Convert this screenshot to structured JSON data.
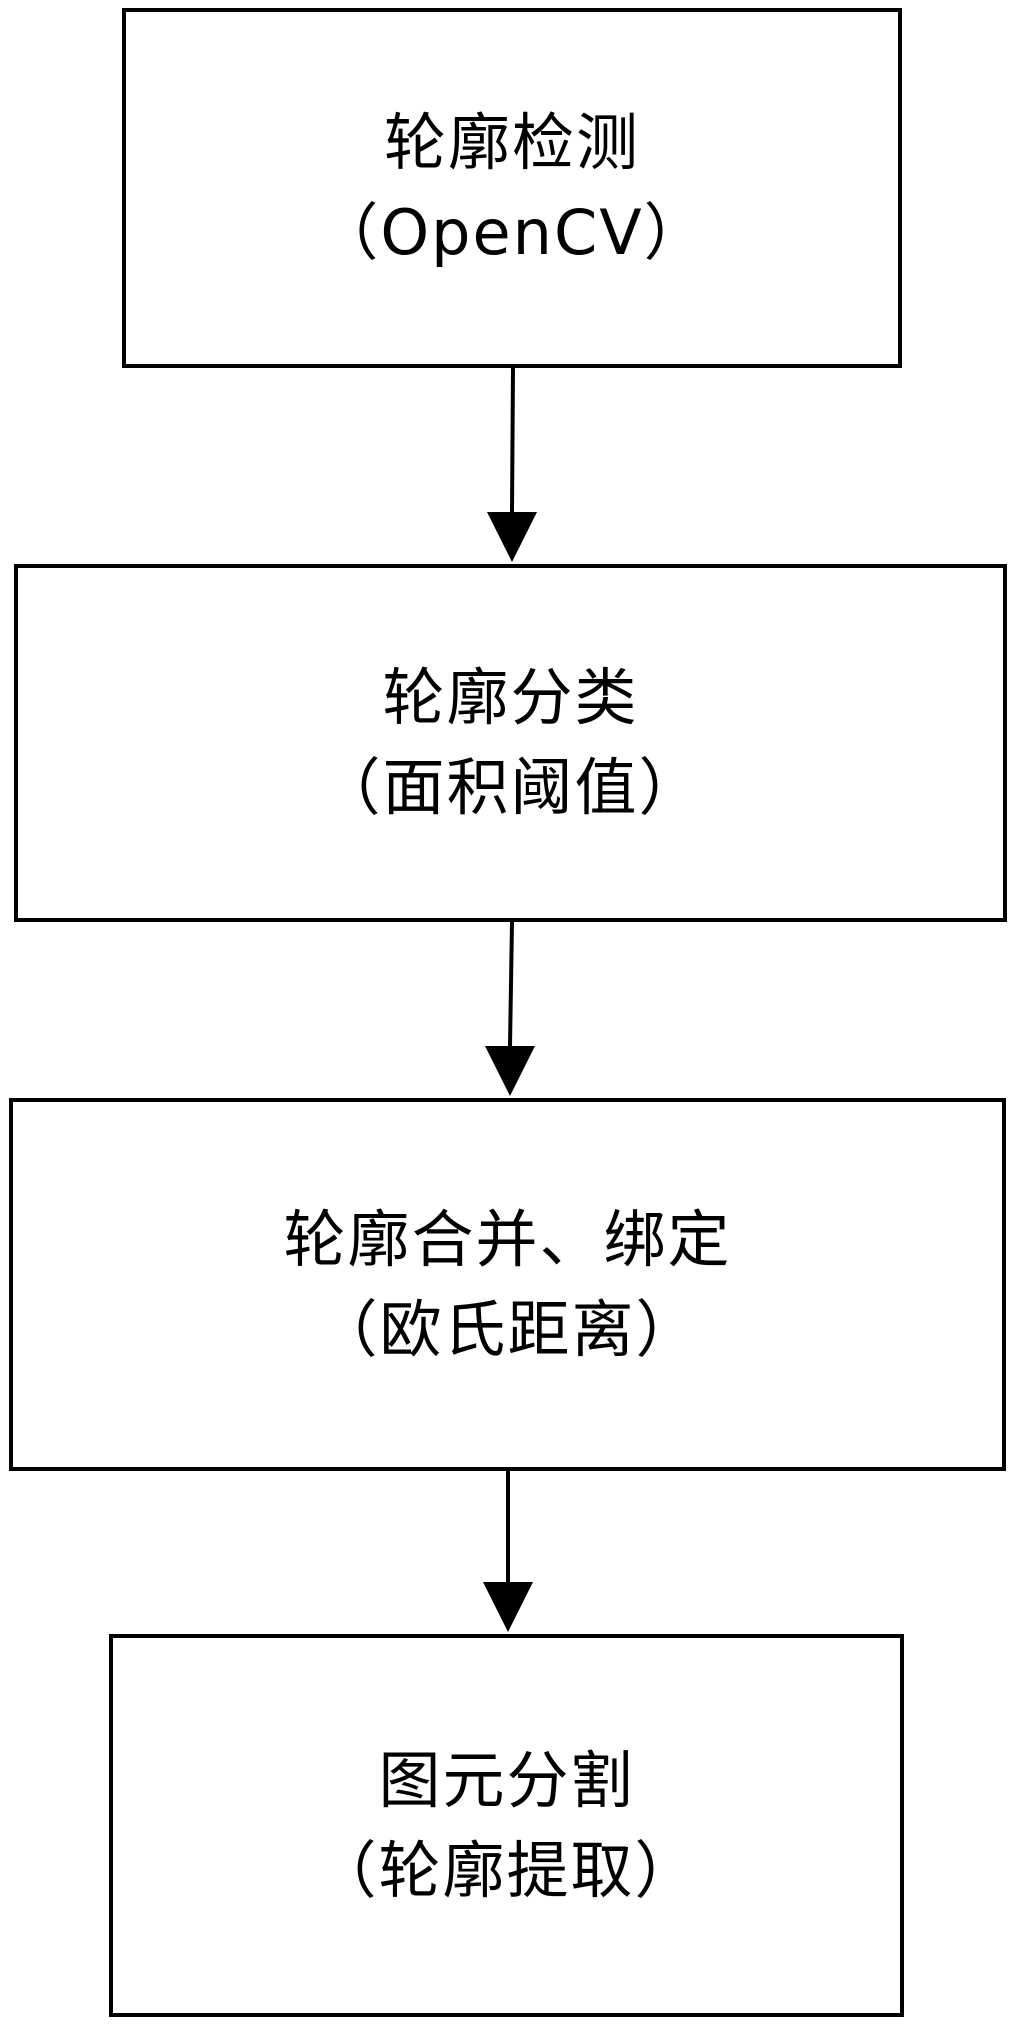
{
  "flowchart": {
    "steps": [
      {
        "title": "轮廓检测",
        "detail": "（OpenCV）"
      },
      {
        "title": "轮廓分类",
        "detail": "（面积阈值）"
      },
      {
        "title": "轮廓合并、绑定",
        "detail": "（欧氏距离）"
      },
      {
        "title": "图元分割",
        "detail": "（轮廓提取）"
      }
    ],
    "colors": {
      "stroke": "#000000",
      "background": "#ffffff"
    }
  }
}
